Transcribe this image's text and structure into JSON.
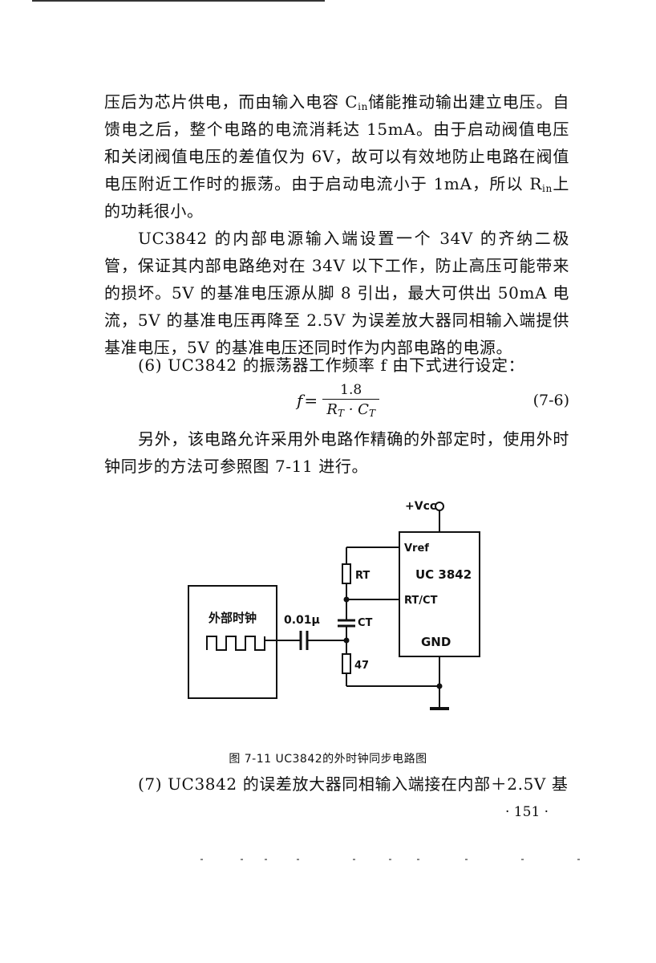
{
  "paragraphs": {
    "p1": {
      "before_cin": "压后为芯片供电，而由输入电容 C",
      "cin_sub": "in",
      "after_cin": "储能推动输出建立电压。自馈电之后，整个电路的电流消耗达 15mA。由于启动阀值电压和关闭阀值电压的差值仅为 6V，故可以有效地防止电路在阀值电压附近工作时的振荡。由于启动电流小于 1mA，所以 R",
      "rin_sub": "in",
      "after_rin": "上的功耗很小。"
    },
    "p2": "UC3842 的内部电源输入端设置一个 34V 的齐纳二极管，保证其内部电路绝对在 34V 以下工作，防止高压可能带来的损坏。5V 的基准电压源从脚 8 引出，最大可供出 50mA 电流，5V 的基准电压再降至 2.5V 为误差放大器同相输入端提供基准电压，5V 的基准电压还同时作为内部电路的电源。",
    "p3": "(6) UC3842 的振荡器工作频率 f 由下式进行设定：",
    "p4": "另外，该电路允许采用外电路作精确的外部定时，使用外时钟同步的方法可参照图 7-11 进行。",
    "p5": "(7) UC3842 的误差放大器同相输入端接在内部＋2.5V 基"
  },
  "formula": {
    "lhs": "f",
    "eq": "=",
    "numerator": "1.8",
    "denominator": "R_T · C_T",
    "number": "(7-6)"
  },
  "figure": {
    "vcc_label": "+Vcc",
    "chip_name": "UC 3842",
    "pin_vref": "Vref",
    "pin_rtct": "RT/CT",
    "pin_gnd": "GND",
    "resistor_rt": "RT",
    "capacitor_ct": "CT",
    "resistor_47": "47",
    "coupling_cap": "0.01μ",
    "clock_label": "外部时钟",
    "caption": "图 7-11   UC3842的外时钟同步电路图"
  },
  "page_number": "· 151 ·"
}
